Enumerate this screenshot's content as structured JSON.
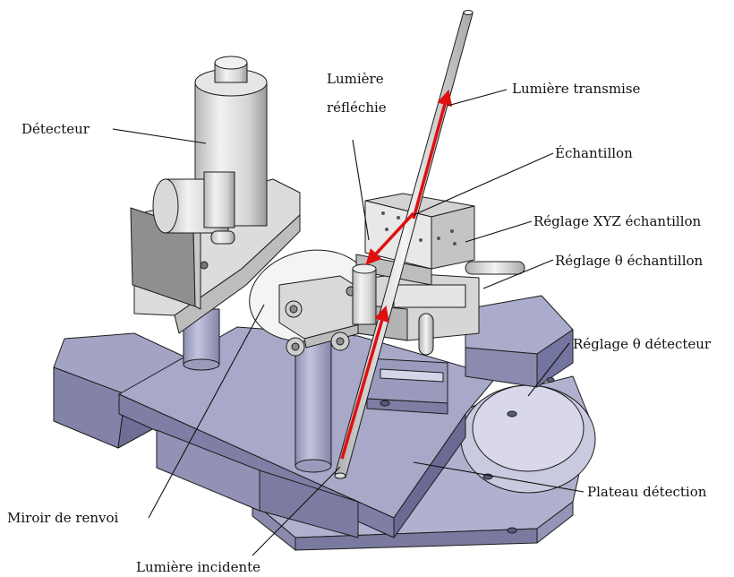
{
  "labels": {
    "detecteur": "Détecteur",
    "lumiere_reflechie_1": "Lumière",
    "lumiere_reflechie_2": "réfléchie",
    "lumiere_transmise": "Lumière transmise",
    "echantillon": "Échantillon",
    "reglage_xyz": "Réglage XYZ échantillon",
    "reglage_theta_echantillon": "Réglage θ échantillon",
    "reglage_theta_detecteur": "Réglage θ détecteur",
    "plateau_detection": "Plateau détection",
    "miroir_de_renvoi": "Miroir de renvoi",
    "lumiere_incidente": "Lumière incidente"
  },
  "colors": {
    "metal_light": "#e2e2e2",
    "metal_mid": "#c6c6c6",
    "metal_dark": "#8e8e8e",
    "plate_top": "#a9a9c8",
    "plate_side": "#8c8cb0",
    "plate_dark": "#74749a",
    "beam_red": "#e01010"
  }
}
